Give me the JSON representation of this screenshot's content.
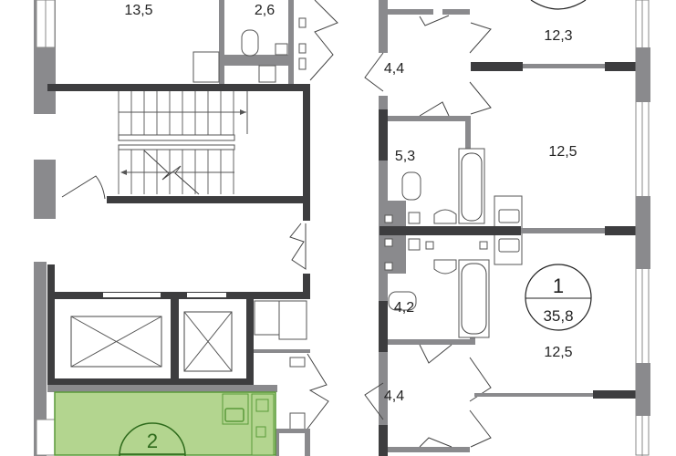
{
  "plan": {
    "rooms": {
      "room_13_5": "13,5",
      "room_2_6": "2,6",
      "room_12_3": "12,3",
      "hall_4_4_top": "4,4",
      "room_12_5_top": "12,5",
      "bath_5_3": "5,3",
      "bath_4_2": "4,2",
      "room_12_5_bottom": "12,5",
      "hall_4_4_bottom": "4,4"
    },
    "apartments": [
      {
        "number": "1",
        "area": "35,8"
      },
      {
        "number": "2"
      }
    ],
    "colors": {
      "highlight_fill": "#b3d58f",
      "highlight_stroke": "#5a9a3a",
      "wall_dark": "#3d3d3f",
      "wall_gray": "#8a8a8d"
    }
  }
}
